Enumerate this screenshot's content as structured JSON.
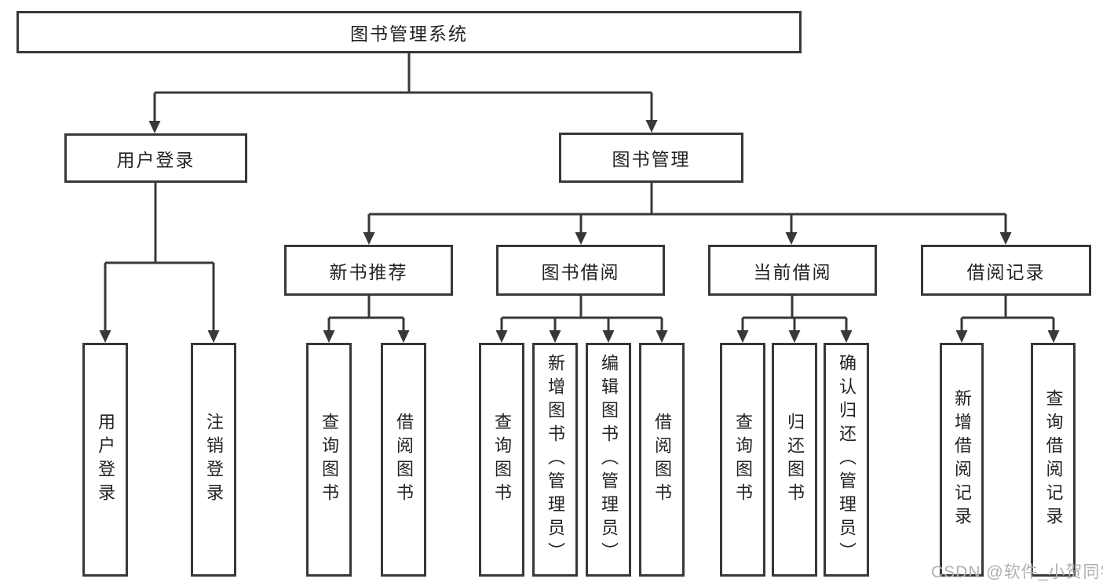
{
  "tree": {
    "root": {
      "label": "图书管理系统"
    },
    "branches": [
      {
        "label": "用户登录",
        "children": [
          "用户登录",
          "注销登录"
        ]
      },
      {
        "label": "图书管理",
        "modules": [
          {
            "label": "新书推荐",
            "children": [
              "查询图书",
              "借阅图书"
            ]
          },
          {
            "label": "图书借阅",
            "children": [
              "查询图书",
              "新增图书（管理员）",
              "编辑图书（管理员）",
              "借阅图书"
            ]
          },
          {
            "label": "当前借阅",
            "children": [
              "查询图书",
              "归还图书",
              "确认归还（管理员）"
            ]
          },
          {
            "label": "借阅记录",
            "children": [
              "新增借阅记录",
              "查询借阅记录"
            ]
          }
        ]
      }
    ]
  },
  "watermark": "CSDN @软件_小贺同学",
  "colors": {
    "line": "#383838",
    "box_border": "#383838",
    "text": "#222222",
    "watermark": "#b0b0b0",
    "background": "#ffffff"
  }
}
